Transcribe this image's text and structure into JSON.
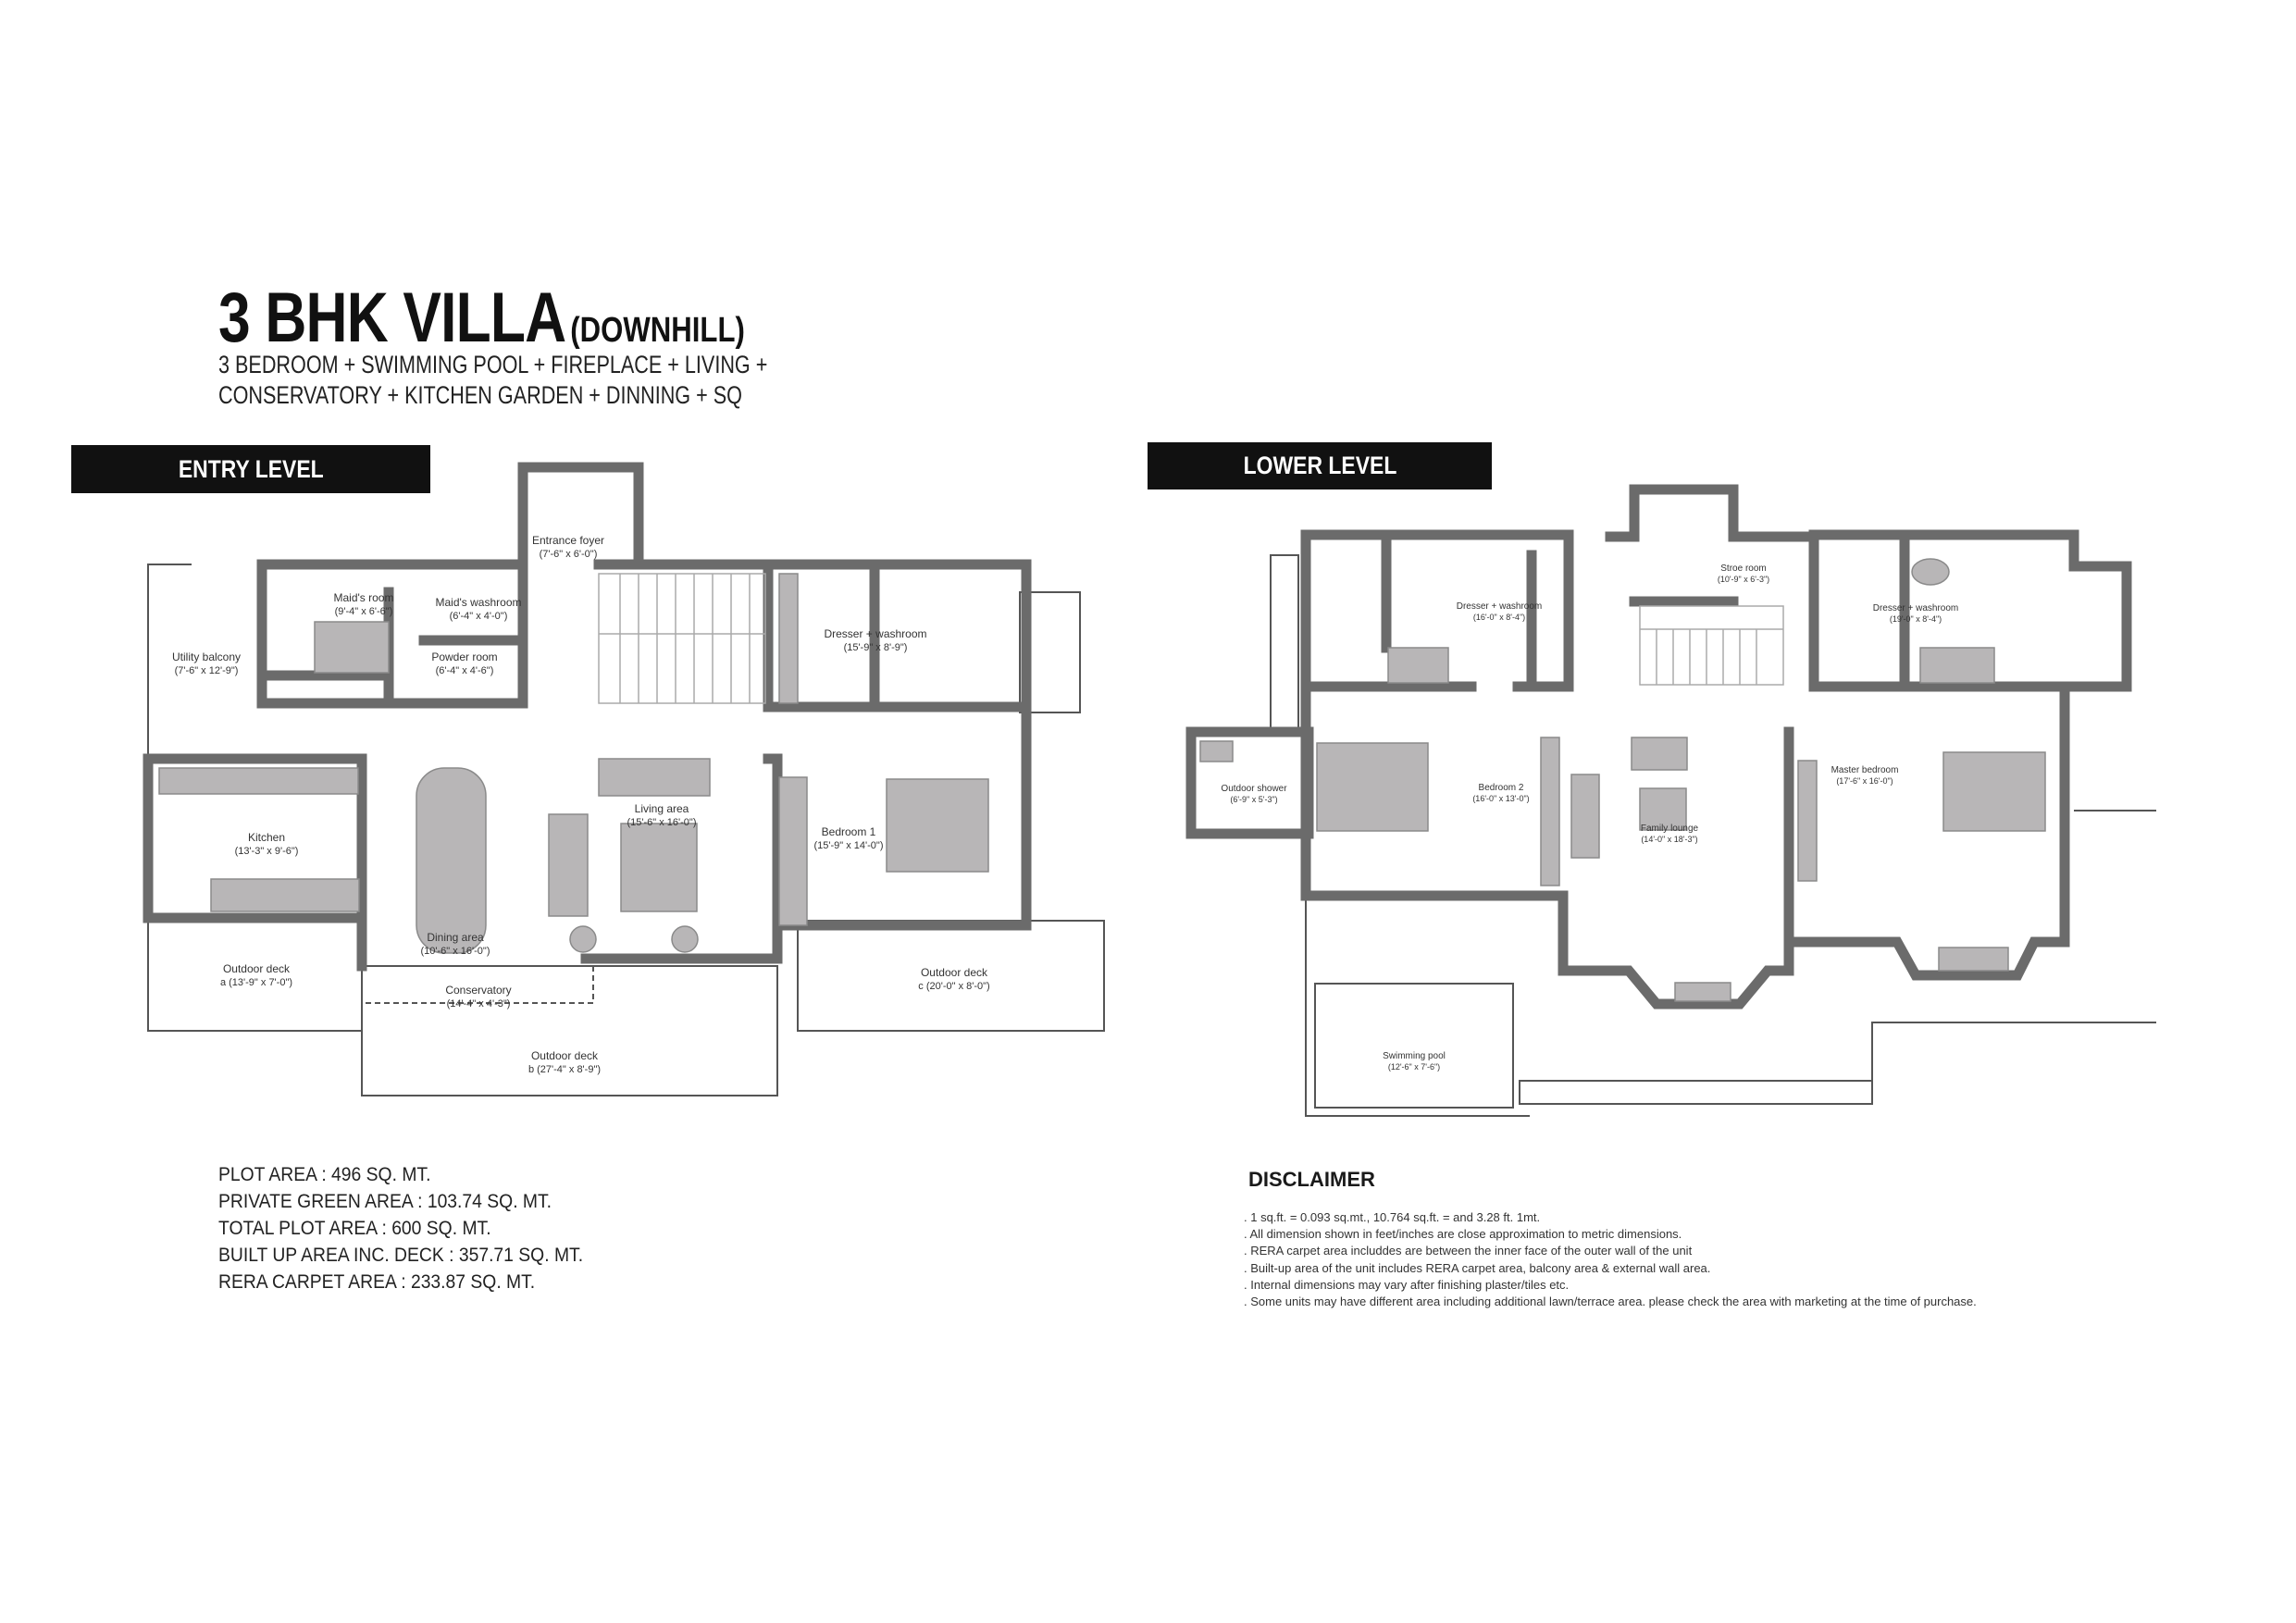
{
  "title": {
    "main": "3 BHK VILLA",
    "suffix": "(DOWNHILL)"
  },
  "subtitle": {
    "line1": "3 BEDROOM + SWIMMING POOL + FIREPLACE + LIVING +",
    "line2": "CONSERVATORY + KITCHEN GARDEN + DINNING + SQ"
  },
  "levels": {
    "entry": "ENTRY LEVEL",
    "lower": "LOWER LEVEL"
  },
  "entry_rooms": [
    {
      "name": "Entrance foyer",
      "dim": "(7'-6\" x 6'-0\")"
    },
    {
      "name": "Maid's room",
      "dim": "(9'-4\" x 6'-6\")"
    },
    {
      "name": "Maid's washroom",
      "dim": "(6'-4\" x 4'-0\")"
    },
    {
      "name": "Utility balcony",
      "dim": "(7'-6\" x 12'-9\")"
    },
    {
      "name": "Powder room",
      "dim": "(6'-4\" x 4'-6\")"
    },
    {
      "name": "Dresser + washroom",
      "dim": "(15'-9\" x 8'-9\")"
    },
    {
      "name": "Kitchen",
      "dim": "(13'-3\" x 9'-6\")"
    },
    {
      "name": "Living area",
      "dim": "(15'-6\" x 16'-0\")"
    },
    {
      "name": "Bedroom 1",
      "dim": "(15'-9\" x 14'-0\")"
    },
    {
      "name": "Dining area",
      "dim": "(10'-6\" x 16'-0\")"
    },
    {
      "name": "Outdoor deck",
      "dim": "a (13'-9\" x 7'-0\")"
    },
    {
      "name": "Conservatory",
      "dim": "(14'-4\" x 4'-3\")"
    },
    {
      "name": "Outdoor deck",
      "dim": "c (20'-0\" x 8'-0\")"
    },
    {
      "name": "Outdoor deck",
      "dim": "b (27'-4\" x 8'-9\")"
    }
  ],
  "lower_rooms": [
    {
      "name": "Stroe room",
      "dim": "(10'-9\" x 6'-3\")"
    },
    {
      "name": "Dresser + washroom",
      "dim": "(16'-0\" x 8'-4\")"
    },
    {
      "name": "Dresser + washroom",
      "dim": "(19'-0\" x 8'-4\")"
    },
    {
      "name": "Outdoor shower",
      "dim": "(6'-9\" x 5'-3\")"
    },
    {
      "name": "Bedroom 2",
      "dim": "(16'-0\" x 13'-0\")"
    },
    {
      "name": "Master bedroom",
      "dim": "(17'-6\" x 16'-0\")"
    },
    {
      "name": "Family lounge",
      "dim": "(14'-0\" x 18'-3\")"
    },
    {
      "name": "Swimming pool",
      "dim": "(12'-6\" x 7'-6\")"
    }
  ],
  "areas": [
    "PLOT AREA : 496 SQ. MT.",
    "PRIVATE GREEN AREA : 103.74 SQ. MT.",
    "TOTAL PLOT AREA : 600 SQ. MT.",
    "BUILT UP AREA INC. DECK : 357.71 SQ. MT.",
    "RERA CARPET AREA : 233.87 SQ. MT."
  ],
  "disclaimer": {
    "heading": "DISCLAIMER",
    "items": [
      ". 1 sq.ft. = 0.093 sq.mt., 10.764 sq.ft. = and 3.28 ft. 1mt.",
      ". All dimension shown in feet/inches are close approximation to metric dimensions.",
      ". RERA carpet area includdes are between the inner face of the outer wall of the unit",
      ". Built-up area of the unit includes RERA carpet area, balcony area & external wall area.",
      ". Internal dimensions may vary after finishing plaster/tiles etc.",
      ". Some units may have different area including additional lawn/terrace area. please check the area with marketing at the time of purchase."
    ]
  },
  "colors": {
    "wall": "#6b6b6b",
    "furniture": "#b8b6b7",
    "label_bar": "#111111"
  }
}
